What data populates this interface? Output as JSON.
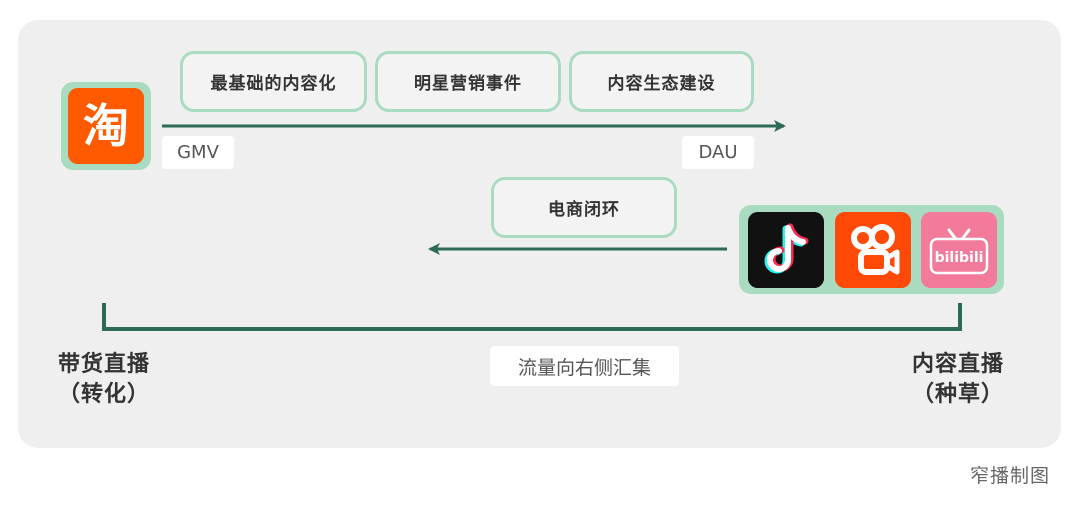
{
  "top_flow": {
    "pills": [
      "最基础的内容化",
      "明星营销事件",
      "内容生态建设"
    ],
    "start_tag": "GMV",
    "end_tag": "DAU"
  },
  "bottom_flow": {
    "pill": "电商闭环"
  },
  "axis": {
    "left_label_line1": "带货直播",
    "left_label_line2": "（转化）",
    "right_label_line1": "内容直播",
    "right_label_line2": "（种草）",
    "middle_tag": "流量向右侧汇集"
  },
  "icons": {
    "taobao": {
      "glyph": "淘",
      "color": "#ff5a00"
    },
    "douyin": {
      "color": "#111111"
    },
    "kuaishou": {
      "color": "#ff4906"
    },
    "bilibili": {
      "glyph": "bilibili",
      "color": "#f27a9b"
    }
  },
  "colors": {
    "accent_border": "#a9dbc1",
    "arrow": "#2e6b54",
    "panel": "#efefef"
  },
  "credit": "窄播制图"
}
